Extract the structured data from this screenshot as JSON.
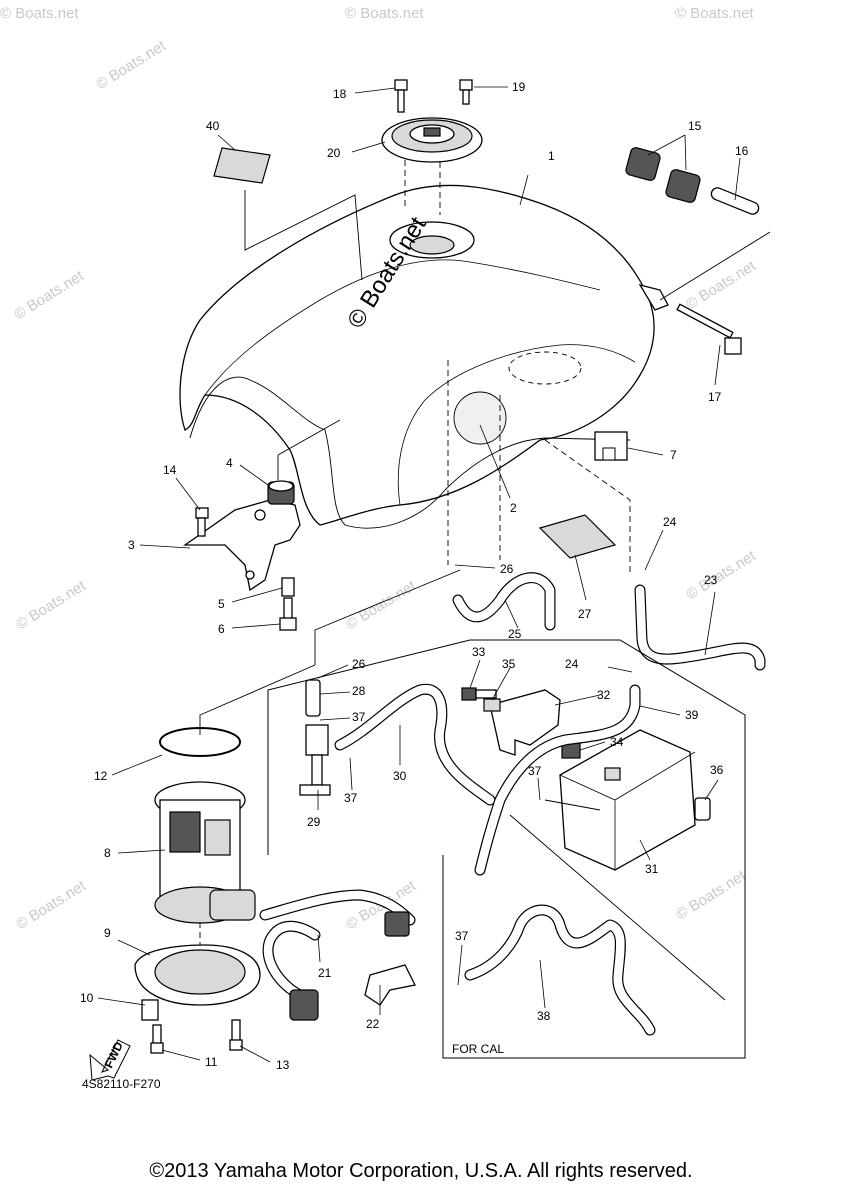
{
  "diagram": {
    "drawing_code": "4S82110-F270",
    "for_cal_label": "FOR CAL",
    "fwd_label": "FWD",
    "watermark": "© Boats.net",
    "watermark_large": "© Boats.net",
    "callouts": {
      "c1": "1",
      "c2": "2",
      "c3": "3",
      "c4": "4",
      "c5": "5",
      "c6": "6",
      "c7": "7",
      "c8": "8",
      "c9": "9",
      "c10": "10",
      "c11": "11",
      "c12": "12",
      "c13": "13",
      "c14": "14",
      "c15": "15",
      "c16": "16",
      "c17": "17",
      "c18": "18",
      "c19": "19",
      "c20": "20",
      "c21": "21",
      "c22": "22",
      "c23": "23",
      "c24a": "24",
      "c24b": "24",
      "c25": "25",
      "c26a": "26",
      "c26b": "26",
      "c27": "27",
      "c28": "28",
      "c29": "29",
      "c30": "30",
      "c31": "31",
      "c32": "32",
      "c33": "33",
      "c34": "34",
      "c35": "35",
      "c36": "36",
      "c37a": "37",
      "c37b": "37",
      "c37c": "37",
      "c37d": "37",
      "c38": "38",
      "c39": "39",
      "c40": "40"
    }
  },
  "footer": {
    "copyright": "©2013 Yamaha Motor Corporation, U.S.A. All rights reserved."
  }
}
